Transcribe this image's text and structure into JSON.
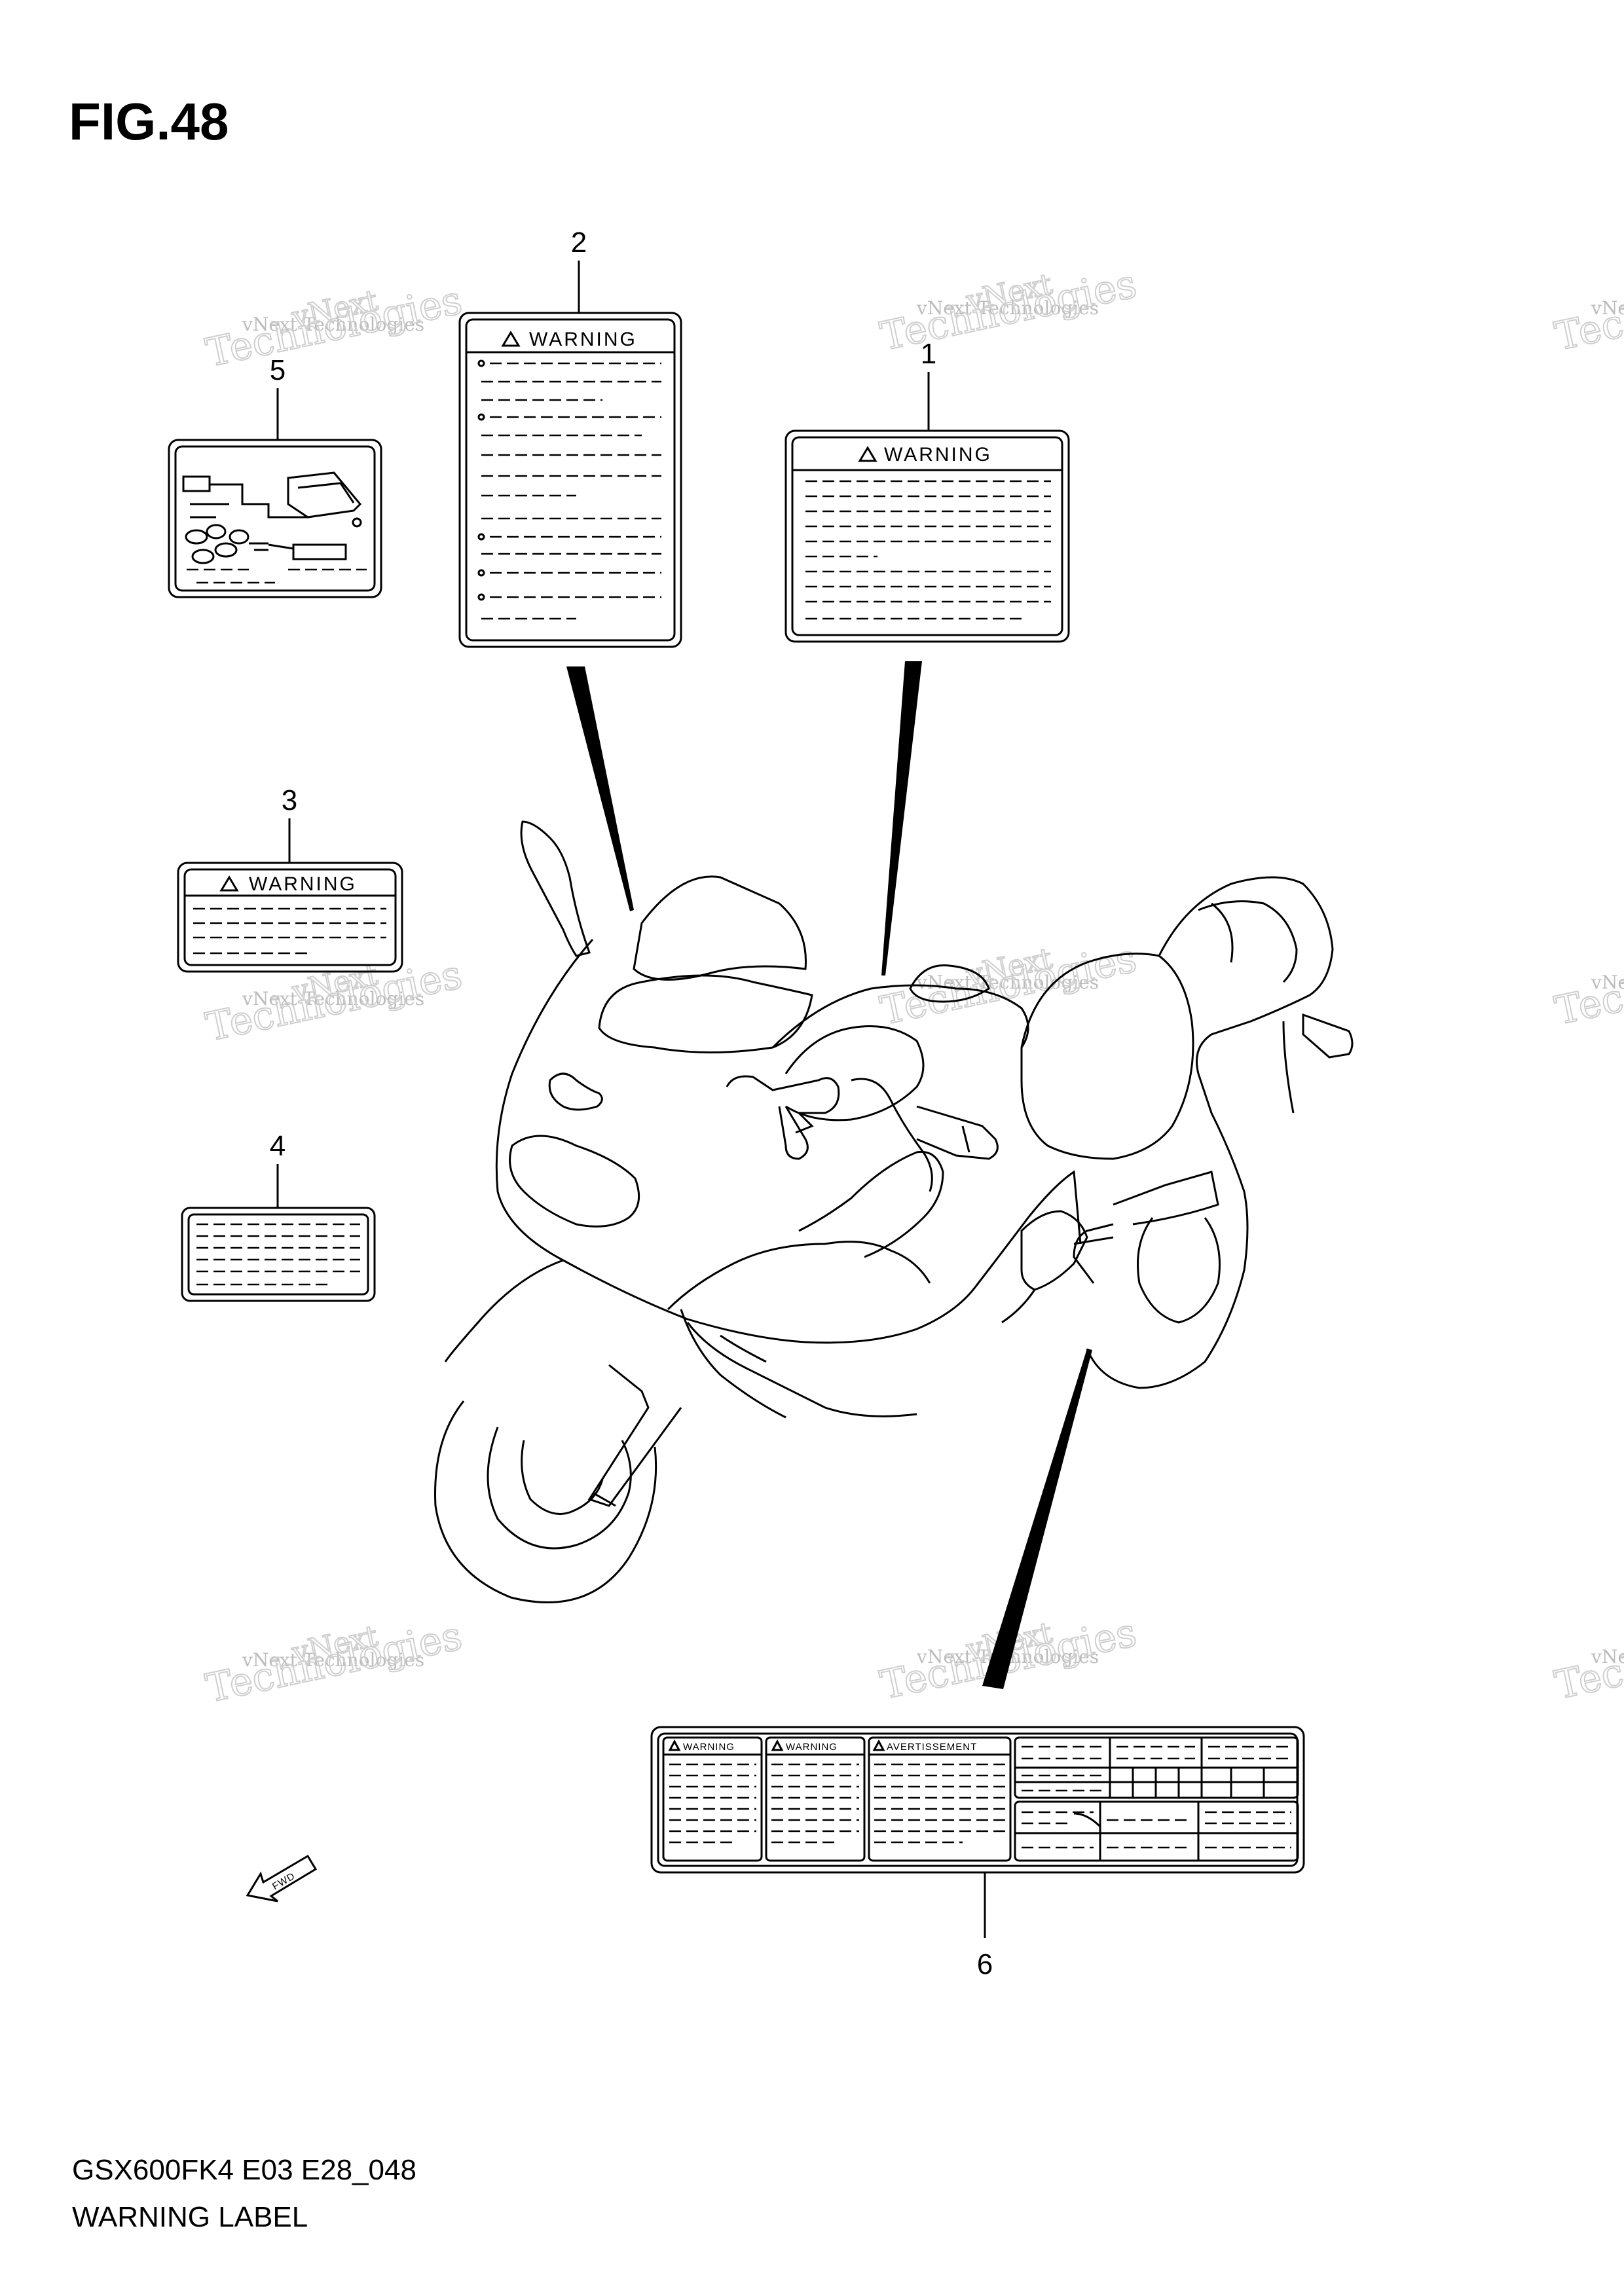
{
  "figure": {
    "title": "FIG.48"
  },
  "footer": {
    "code": "GSX600FK4 E03 E28_048",
    "caption": "WARNING LABEL"
  },
  "labels": {
    "warning_text": "WARNING",
    "avertissement_text": "AVERTISSEMENT",
    "fwd_text": "FWD"
  },
  "callouts": [
    {
      "id": "1",
      "text": "1"
    },
    {
      "id": "2",
      "text": "2"
    },
    {
      "id": "3",
      "text": "3"
    },
    {
      "id": "4",
      "text": "4"
    },
    {
      "id": "5",
      "text": "5"
    },
    {
      "id": "6",
      "text": "6"
    }
  ],
  "watermark": {
    "line1": "vNext Technologies",
    "line2": "Technologies",
    "line3": "vNext"
  },
  "colors": {
    "ink": "#000000",
    "watermark": "#bcbcbc",
    "background": "#ffffff"
  }
}
